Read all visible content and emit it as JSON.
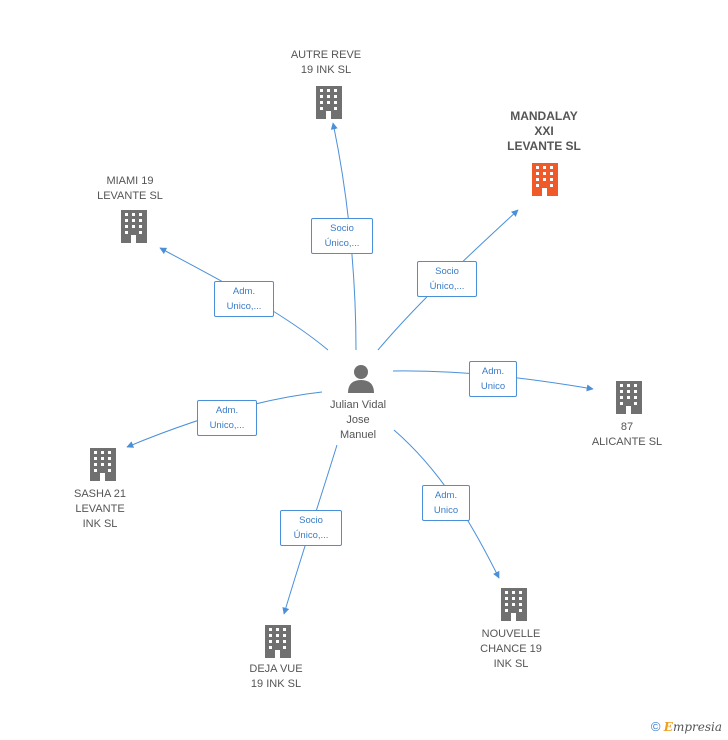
{
  "center": {
    "name": "Julian Vidal\nJose\nManuel"
  },
  "companies": [
    {
      "id": "autre-reve",
      "name": "AUTRE REVE\n19 INK  SL",
      "highlight": false
    },
    {
      "id": "mandalay",
      "name": "MANDALAY\nXXI\nLEVANTE  SL",
      "highlight": true
    },
    {
      "id": "miami",
      "name": "MIAMI 19\nLEVANTE SL",
      "highlight": false
    },
    {
      "id": "alicante",
      "name": "87\nALICANTE SL",
      "highlight": false
    },
    {
      "id": "sasha",
      "name": "SASHA 21\nLEVANTE\nINK  SL",
      "highlight": false
    },
    {
      "id": "deja-vue",
      "name": "DEJA VUE\n19 INK  SL",
      "highlight": false
    },
    {
      "id": "nouvelle",
      "name": "NOUVELLE\nCHANCE 19\nINK  SL",
      "highlight": false
    }
  ],
  "edges": [
    {
      "to": "autre-reve",
      "label": "Socio\nÚnico,..."
    },
    {
      "to": "mandalay",
      "label": "Socio\nÚnico,..."
    },
    {
      "to": "miami",
      "label": "Adm.\nUnico,..."
    },
    {
      "to": "alicante",
      "label": "Adm.\nUnico"
    },
    {
      "to": "sasha",
      "label": "Adm.\nUnico,..."
    },
    {
      "to": "deja-vue",
      "label": "Socio\nÚnico,..."
    },
    {
      "to": "nouvelle",
      "label": "Adm.\nUnico"
    }
  ],
  "colors": {
    "edge": "#4a90d9",
    "building": "#707070",
    "building_highlight": "#f05a28",
    "person": "#707070"
  },
  "watermark": {
    "symbol": "©",
    "brand_initial": "E",
    "brand_rest": "mpresia"
  }
}
